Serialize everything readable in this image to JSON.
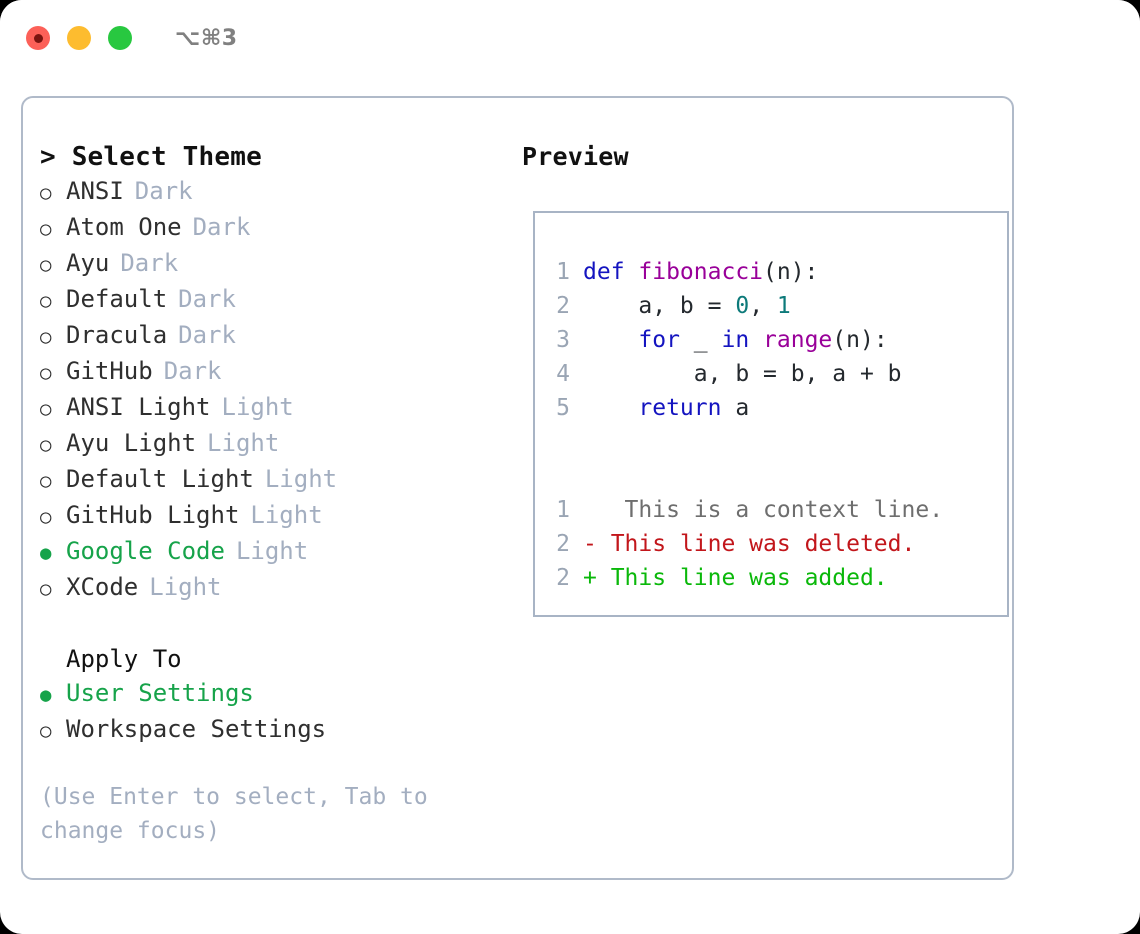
{
  "titlebar": {
    "shortcut": "⌥⌘3",
    "buttons": [
      {
        "name": "close",
        "color": "#fc6058"
      },
      {
        "name": "minimize",
        "color": "#fdbc2f"
      },
      {
        "name": "zoom",
        "color": "#28c840"
      }
    ]
  },
  "theme_picker": {
    "header": "> Select Theme",
    "selected_marker": "●",
    "unselected_marker": "○",
    "accent_color": "#16a34a",
    "badge_color": "#a3aec0",
    "options": [
      {
        "marker": "○",
        "label": "ANSI",
        "badge": "Dark",
        "selected": false
      },
      {
        "marker": "○",
        "label": "Atom One",
        "badge": "Dark",
        "selected": false
      },
      {
        "marker": "○",
        "label": "Ayu",
        "badge": "Dark",
        "selected": false
      },
      {
        "marker": "○",
        "label": "Default",
        "badge": "Dark",
        "selected": false
      },
      {
        "marker": "○",
        "label": "Dracula",
        "badge": "Dark",
        "selected": false
      },
      {
        "marker": "○",
        "label": "GitHub",
        "badge": "Dark",
        "selected": false
      },
      {
        "marker": "○",
        "label": "ANSI Light",
        "badge": "Light",
        "selected": false
      },
      {
        "marker": "○",
        "label": "Ayu Light",
        "badge": "Light",
        "selected": false
      },
      {
        "marker": "○",
        "label": "Default Light",
        "badge": "Light",
        "selected": false
      },
      {
        "marker": "○",
        "label": "GitHub Light",
        "badge": "Light",
        "selected": false
      },
      {
        "marker": "●",
        "label": "Google Code",
        "badge": "Light",
        "selected": true
      },
      {
        "marker": "○",
        "label": "XCode",
        "badge": "Light",
        "selected": false
      }
    ]
  },
  "apply_to": {
    "header": "Apply To",
    "options": [
      {
        "marker": "●",
        "label": "User Settings",
        "selected": true
      },
      {
        "marker": "○",
        "label": "Workspace Settings",
        "selected": false
      }
    ]
  },
  "hint": "(Use Enter to select, Tab to\nchange focus)",
  "preview": {
    "title": "Preview",
    "code_lines": [
      {
        "number": "1",
        "tokens": [
          {
            "text": "def ",
            "type": "keyword"
          },
          {
            "text": "fibonacci",
            "type": "function"
          },
          {
            "text": "(n):",
            "type": "plain"
          }
        ]
      },
      {
        "number": "2",
        "tokens": [
          {
            "text": "    a, b = ",
            "type": "plain"
          },
          {
            "text": "0",
            "type": "number"
          },
          {
            "text": ", ",
            "type": "plain"
          },
          {
            "text": "1",
            "type": "number"
          }
        ]
      },
      {
        "number": "3",
        "tokens": [
          {
            "text": "    ",
            "type": "plain"
          },
          {
            "text": "for",
            "type": "keyword"
          },
          {
            "text": " _ ",
            "type": "plain"
          },
          {
            "text": "in",
            "type": "keyword"
          },
          {
            "text": " ",
            "type": "plain"
          },
          {
            "text": "range",
            "type": "function"
          },
          {
            "text": "(n):",
            "type": "plain"
          }
        ]
      },
      {
        "number": "4",
        "tokens": [
          {
            "text": "        a, b = b, a + b",
            "type": "plain"
          }
        ]
      },
      {
        "number": "5",
        "tokens": [
          {
            "text": "    ",
            "type": "plain"
          },
          {
            "text": "return",
            "type": "keyword"
          },
          {
            "text": " a",
            "type": "plain"
          }
        ]
      }
    ],
    "diff_lines": [
      {
        "number": "1",
        "sign": " ",
        "text": "  This is a context line.",
        "type": "context"
      },
      {
        "number": "2",
        "sign": "-",
        "text": " This line was deleted.",
        "type": "deleted"
      },
      {
        "number": "2",
        "sign": "+",
        "text": " This line was added.",
        "type": "added"
      }
    ],
    "colors": {
      "keyword": "#1414c0",
      "function": "#990099",
      "number": "#0d7a7a",
      "plain": "#24292e",
      "line_number": "#9aa5b4",
      "context": "#6e6e6e",
      "deleted": "#c2161b",
      "added": "#0ab80a",
      "border": "#a8b4c5"
    }
  }
}
